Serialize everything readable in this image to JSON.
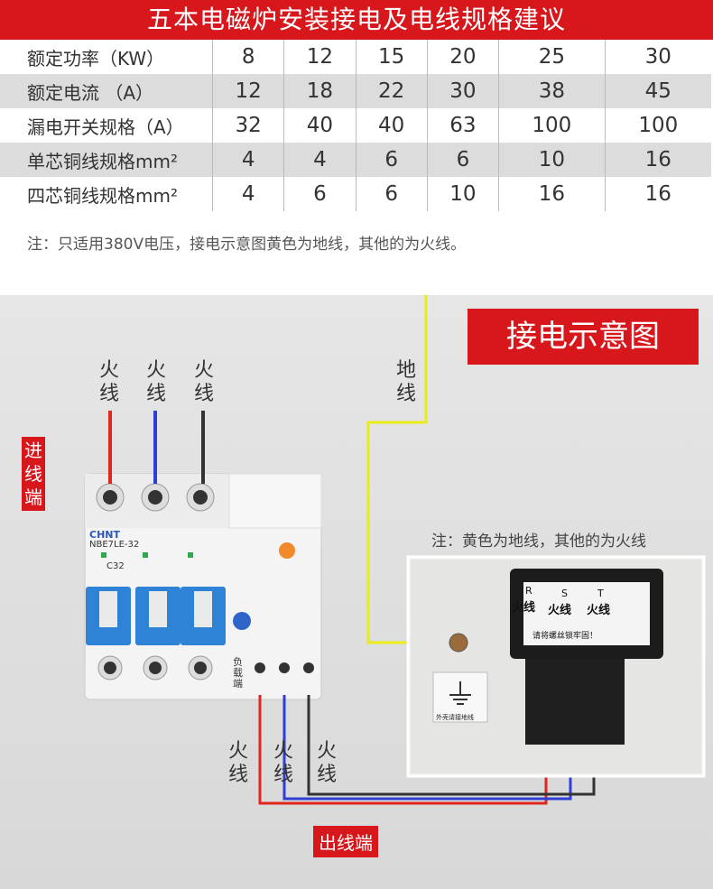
{
  "banner_title": "五本电磁炉安装接电及电线规格建议",
  "spec_table": {
    "rows": [
      {
        "label": "额定功率（KW）",
        "values": [
          "8",
          "12",
          "15",
          "20",
          "25",
          "30"
        ]
      },
      {
        "label": "额定电流 （A）",
        "values": [
          "12",
          "18",
          "22",
          "30",
          "38",
          "45"
        ]
      },
      {
        "label": "漏电开关规格（A）",
        "values": [
          "32",
          "40",
          "40",
          "63",
          "100",
          "100"
        ]
      },
      {
        "label": "单芯铜线规格mm²",
        "values": [
          "4",
          "4",
          "6",
          "6",
          "10",
          "16"
        ]
      },
      {
        "label": "四芯铜线规格mm²",
        "values": [
          "4",
          "6",
          "6",
          "10",
          "16",
          "16"
        ]
      }
    ]
  },
  "note_top": "注：只适用380V电压，接电示意图黄色为地线，其他的为火线。",
  "diagram": {
    "title": "接电示意图",
    "inlet_label": "进线端",
    "outlet_label": "出线端",
    "live_wire": "火线",
    "ground_wire": "地线",
    "note": "注：黄色为地线，其他的为火线",
    "breaker": {
      "brand": "CHNT",
      "model": "NBE7LE-32",
      "rating": "C32",
      "load_end": "负载端"
    },
    "terminal": {
      "phases": [
        "R",
        "S",
        "T"
      ],
      "phase_label": "火线",
      "warning": "请将螺丝锁牢固！",
      "ground_tag": "外壳请接地线"
    }
  },
  "colors": {
    "accent_red": "#d7171b",
    "ground_yellow": "#e8ec1a",
    "wire_red": "#e0261e",
    "wire_blue": "#2f3fd6",
    "wire_black": "#333333"
  }
}
